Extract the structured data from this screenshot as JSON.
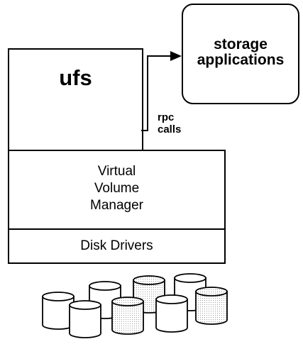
{
  "diagram": {
    "ufs_label": "ufs",
    "storage_apps_line1": "storage",
    "storage_apps_line2": "applications",
    "rpc_line1": "rpc",
    "rpc_line2": "calls",
    "vvm_line1": "Virtual",
    "vvm_line2": "Volume",
    "vvm_line3": "Manager",
    "disk_drivers_label": "Disk Drivers",
    "disks": [
      {
        "shaded": false
      },
      {
        "shaded": false
      },
      {
        "shaded": true
      },
      {
        "shaded": false
      },
      {
        "shaded": true
      },
      {
        "shaded": false
      },
      {
        "shaded": true
      },
      {
        "shaded": false
      }
    ]
  }
}
